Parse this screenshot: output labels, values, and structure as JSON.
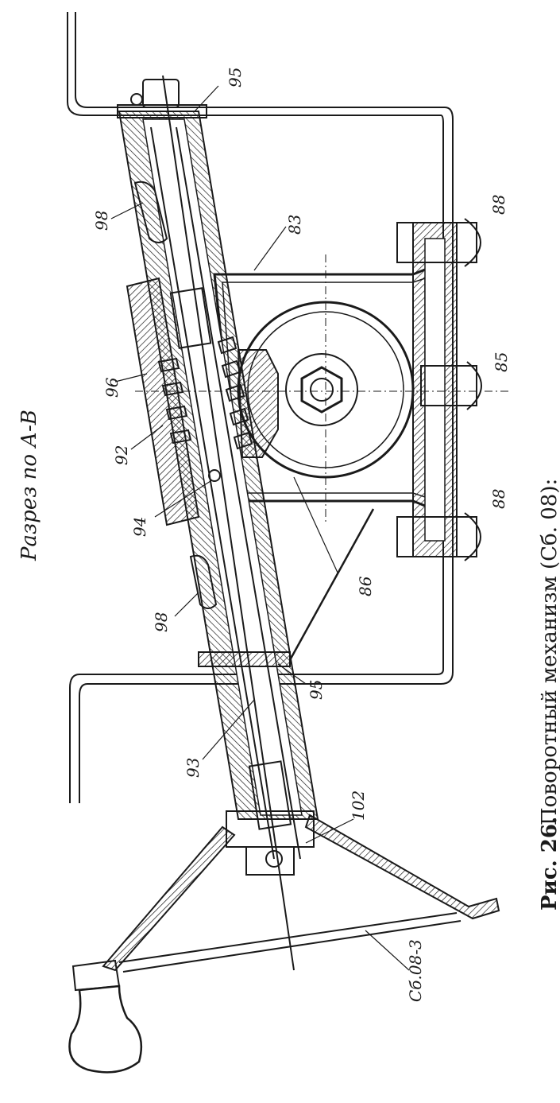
{
  "figure": {
    "section_title": "Разрез по А-В",
    "caption_number": "Рис. 26.",
    "caption_text": "Поворотный механизм (Сб. 08):",
    "ink_color": "#1a1a1a",
    "paper_color": "#ffffff"
  },
  "callouts": {
    "c95_top": "95",
    "c98_top": "98",
    "c83": "83",
    "c88_top": "88",
    "c96": "96",
    "c85": "85",
    "c92": "92",
    "c94": "94",
    "c88_bottom": "88",
    "c86": "86",
    "c98_bottom": "98",
    "c95_bottom": "95",
    "c93": "93",
    "c102": "102",
    "c_assembly": "Сб.08-3"
  }
}
